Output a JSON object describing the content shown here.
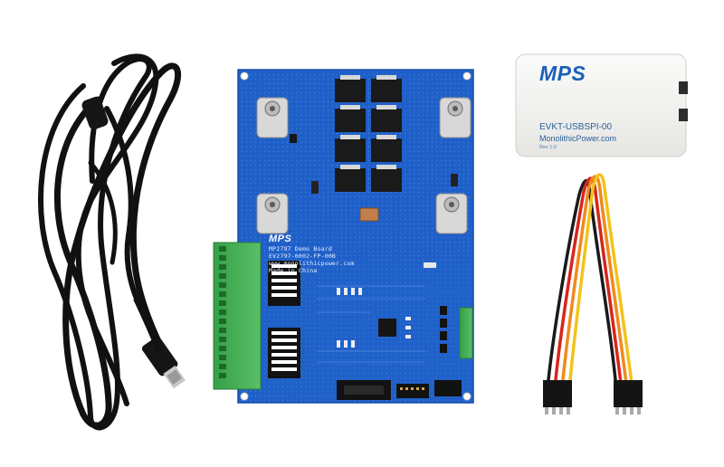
{
  "board": {
    "logo": "MPS",
    "lines": [
      "MP2797 Demo Board",
      "EV2797-0002-FP-00B",
      "www.monolithicpower.com",
      "Made in China"
    ]
  },
  "dongle": {
    "logo": "MPS",
    "name": "EVKT-USBSPI-00",
    "site": "MonolithicPower.com",
    "rev": "Rev 1.0"
  },
  "icons": [
    "usb-cable-icon",
    "demo-board-icon",
    "usb-spi-dongle-icon",
    "jumper-wires-icon"
  ],
  "colors": {
    "board": "#1f5fc8",
    "terminal": "#3fae4e",
    "dongle": "#f2f2f0",
    "cable": "#111111",
    "wire_black": "#1a1a1a",
    "wire_red": "#d8261c",
    "wire_orange": "#f08a1c",
    "wire_yellow": "#f3c31b"
  }
}
